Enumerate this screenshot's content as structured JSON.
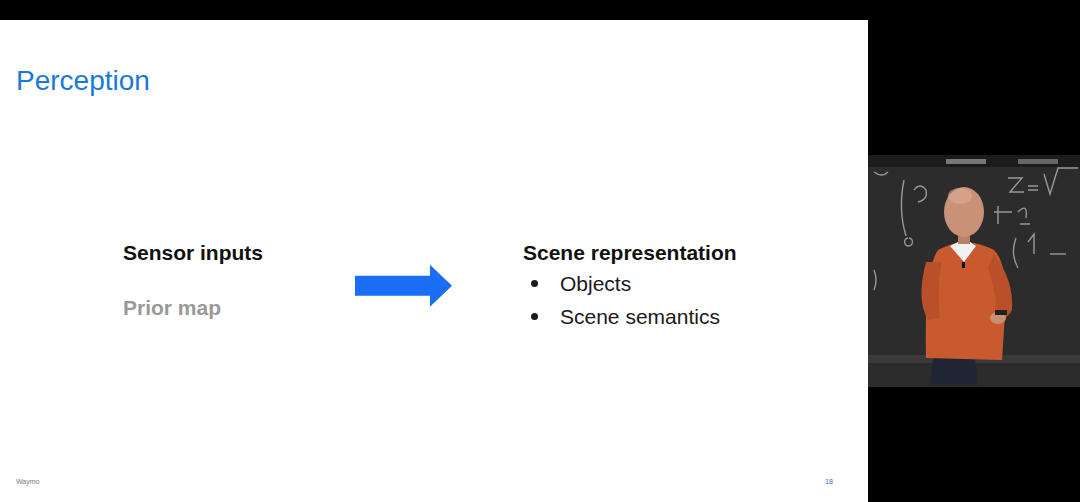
{
  "diagram": {
    "title": "Perception",
    "nodes": [
      {
        "text": [
          "Sensor inputs",
          "Prior map"
        ]
      },
      {
        "text": [
          "Scene representation",
          "Objects",
          "Scene semantics"
        ]
      }
    ],
    "edges": [
      {
        "from": 0,
        "to": 1,
        "arrow": "to"
      }
    ],
    "labels": [
      "Waymo",
      "18"
    ]
  }
}
